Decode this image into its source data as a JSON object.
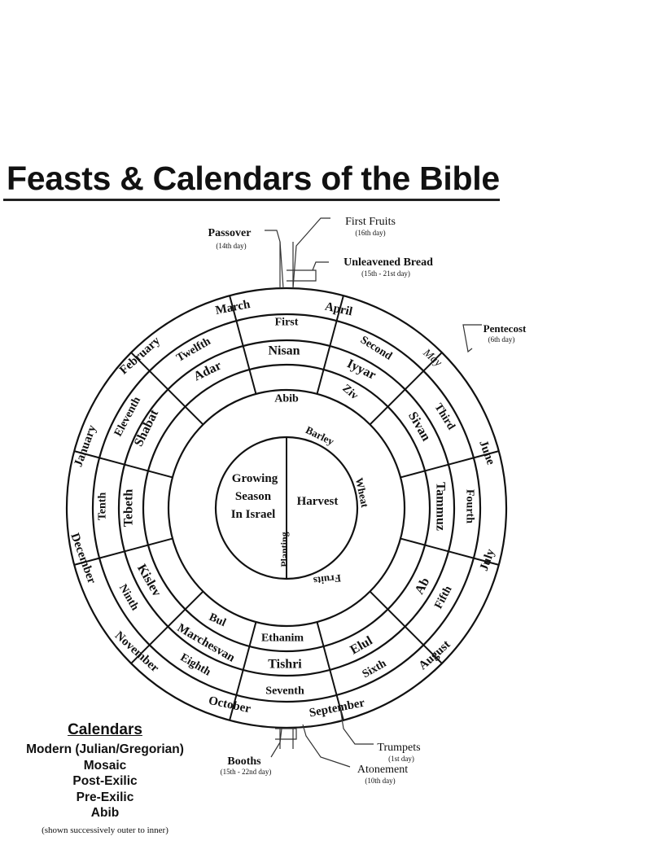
{
  "title": "Feasts & Calendars of the Bible",
  "rings": {
    "modern": [
      "March",
      "April",
      "May",
      "June",
      "July",
      "August",
      "September",
      "October",
      "November",
      "December",
      "January",
      "February"
    ],
    "mosaic": [
      "First",
      "Second",
      "Third",
      "Fourth",
      "Fifth",
      "Sixth",
      "Seventh",
      "Eighth",
      "Ninth",
      "Tenth",
      "Eleventh",
      "Twelfth"
    ],
    "post_exilic": [
      "Nisan",
      "Iyyar",
      "Sivan",
      "Tammuz",
      "Ab",
      "Elul",
      "Tishri",
      "Marchesvan",
      "Kislev",
      "Tebeth",
      "Shabat",
      "Adar"
    ],
    "pre_exilic": [
      "Abib",
      "Ziv",
      "Ethanim",
      "Bul"
    ],
    "center": {
      "growing_season": [
        "Growing",
        "Season",
        "In Israel"
      ],
      "harvest": "Harvest",
      "planting": "Planting",
      "barley": "Barley",
      "wheat": "Wheat",
      "fruits": "Fruits"
    }
  },
  "feasts": [
    {
      "name": "Passover",
      "day": "(14th day)"
    },
    {
      "name": "First Fruits",
      "day": "(16th day)"
    },
    {
      "name": "Unleavened Bread",
      "day": "(15th - 21st day)"
    },
    {
      "name": "Pentecost",
      "day": "(6th day)"
    },
    {
      "name": "Booths",
      "day": "(15th - 22nd day)"
    },
    {
      "name": "Trumpets",
      "day": "(1st day)"
    },
    {
      "name": "Atonement",
      "day": "(10th day)"
    }
  ],
  "legend": {
    "title": "Calendars",
    "items": [
      "Modern (Julian/Gregorian)",
      "Mosaic",
      "Post-Exilic",
      "Pre-Exilic",
      "Abib"
    ],
    "note": "(shown successively outer to inner)"
  }
}
